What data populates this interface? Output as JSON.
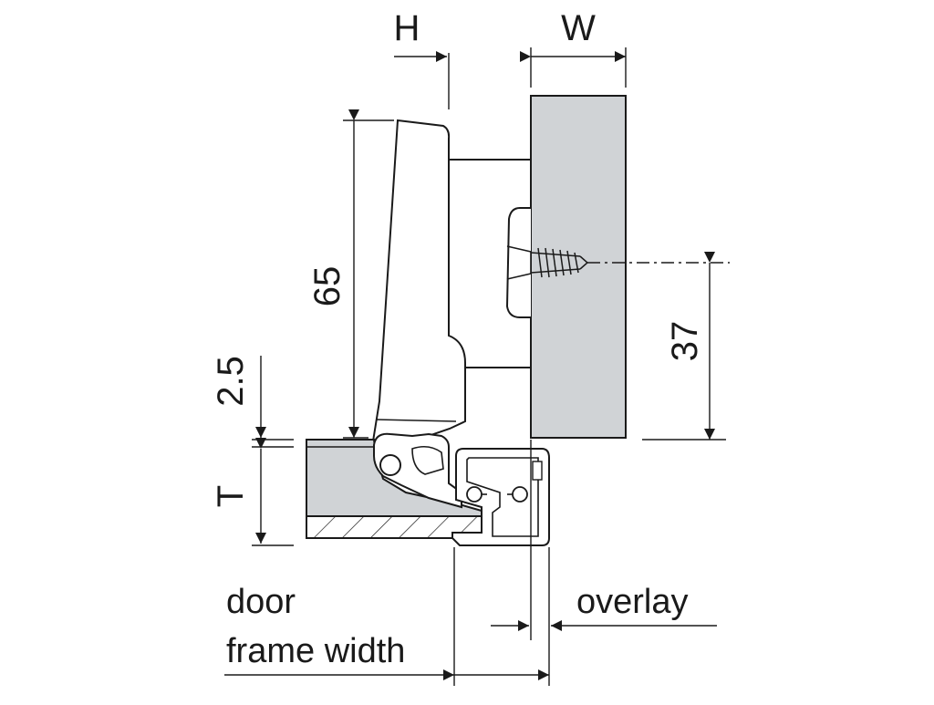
{
  "labels": {
    "H": "H",
    "W": "W",
    "dim_65": "65",
    "dim_37": "37",
    "dim_2_5": "2.5",
    "T": "T",
    "overlay": "overlay",
    "door": "door",
    "frame_width": "frame width"
  },
  "colors": {
    "line": "#1a1a1a",
    "panel_fill": "#d0d3d6",
    "hinge_fill": "#ffffff",
    "background": "#ffffff"
  }
}
